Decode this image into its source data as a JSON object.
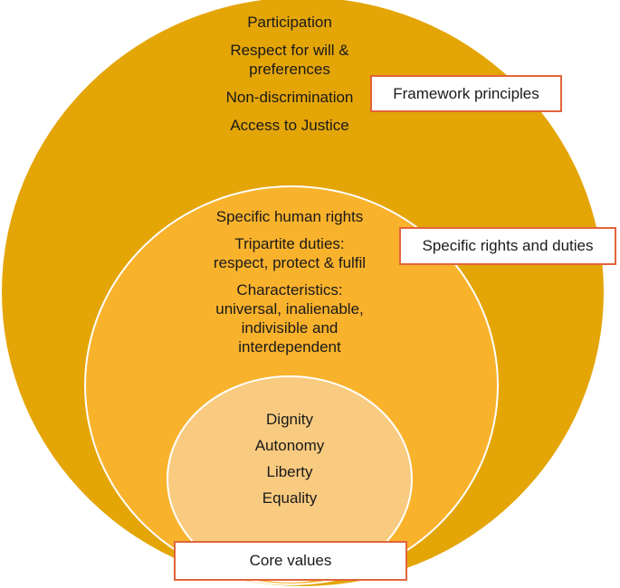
{
  "colors": {
    "outer_fill": "#e4a507",
    "middle_fill": "#f9b22c",
    "inner_fill": "#f9cb80",
    "label_border": "#e2643a",
    "circle_border": "#ffffff"
  },
  "outer": {
    "items": [
      "Participation",
      "Respect for will &\npreferences",
      "Non-discrimination",
      "Access to Justice"
    ],
    "label": "Framework principles"
  },
  "middle": {
    "items": [
      "Specific human rights",
      "Tripartite duties:\nrespect, protect & fulfil",
      "Characteristics:\nuniversal, inalienable,\nindivisible and\ninterdependent"
    ],
    "label": "Specific rights and duties"
  },
  "inner": {
    "items": [
      "Dignity",
      "Autonomy",
      "Liberty",
      "Equality"
    ],
    "label": "Core values"
  }
}
